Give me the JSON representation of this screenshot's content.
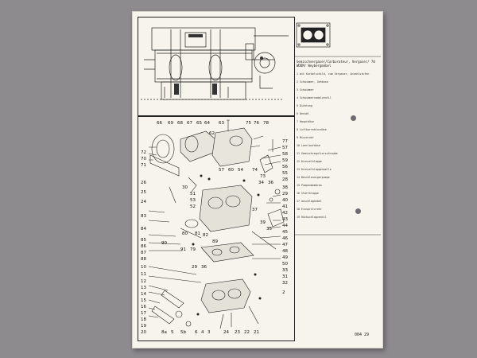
{
  "document": {
    "legend_title": "Gemischvergaser/Carburateur, Vergaser/ 70 WDDM/ Weybergmöbel",
    "legend_entries": [
      {
        "num": "1",
        "text": "mit Kurbelschild, zum Vergaser, Anzahlstufen"
      },
      {
        "num": "2",
        "text": "Schwimmer, Gehäuse"
      },
      {
        "num": "3",
        "text": "Schwimmer"
      },
      {
        "num": "4",
        "text": "Schwimmernadelventil"
      },
      {
        "num": "5",
        "text": "Dichtung"
      },
      {
        "num": "6",
        "text": "Deckel"
      },
      {
        "num": "7",
        "text": "Hauptdüse"
      },
      {
        "num": "8",
        "text": "Luftkorrekturdüse"
      },
      {
        "num": "9",
        "text": "Mischrohr"
      },
      {
        "num": "10",
        "text": "Leerlaufdüse"
      },
      {
        "num": "11",
        "text": "Gemischregulierschraube"
      },
      {
        "num": "12",
        "text": "Drosselklappe"
      },
      {
        "num": "13",
        "text": "Drosselklappenwelle"
      },
      {
        "num": "14",
        "text": "Beschleunigerpumpe"
      },
      {
        "num": "15",
        "text": "Pumpenmembran"
      },
      {
        "num": "16",
        "text": "Startklappe"
      },
      {
        "num": "17",
        "text": "Anschlaghebel"
      },
      {
        "num": "18",
        "text": "Einspritzrohr"
      },
      {
        "num": "19",
        "text": "Rückschlagventil"
      }
    ],
    "page_ref": "004 29",
    "callouts_top": [
      "66",
      "69",
      "68",
      "67",
      "65",
      "64",
      "63",
      "75",
      "76",
      "78"
    ],
    "callouts_left": [
      "72",
      "70",
      "71",
      "26",
      "25",
      "24",
      "83",
      "84",
      "85",
      "86",
      "87",
      "88",
      "10",
      "11",
      "12",
      "13",
      "14",
      "15",
      "16",
      "17",
      "18",
      "19",
      "20"
    ],
    "callouts_right": [
      "77",
      "57",
      "58",
      "59",
      "56",
      "55",
      "28",
      "38",
      "29",
      "40",
      "41",
      "42",
      "43",
      "44",
      "45",
      "46",
      "47",
      "48",
      "49",
      "50",
      "33",
      "31",
      "32",
      "2"
    ],
    "callouts_bottom": [
      "8a",
      "5",
      "5b",
      "6",
      "4",
      "3",
      "24",
      "23",
      "22",
      "21"
    ],
    "callouts_mid": [
      "62",
      "57",
      "60",
      "54",
      "74",
      "73",
      "30",
      "51",
      "53",
      "52",
      "34",
      "36",
      "37",
      "39",
      "35",
      "90",
      "91",
      "79",
      "80",
      "81",
      "82",
      "89",
      "29",
      "36"
    ]
  }
}
